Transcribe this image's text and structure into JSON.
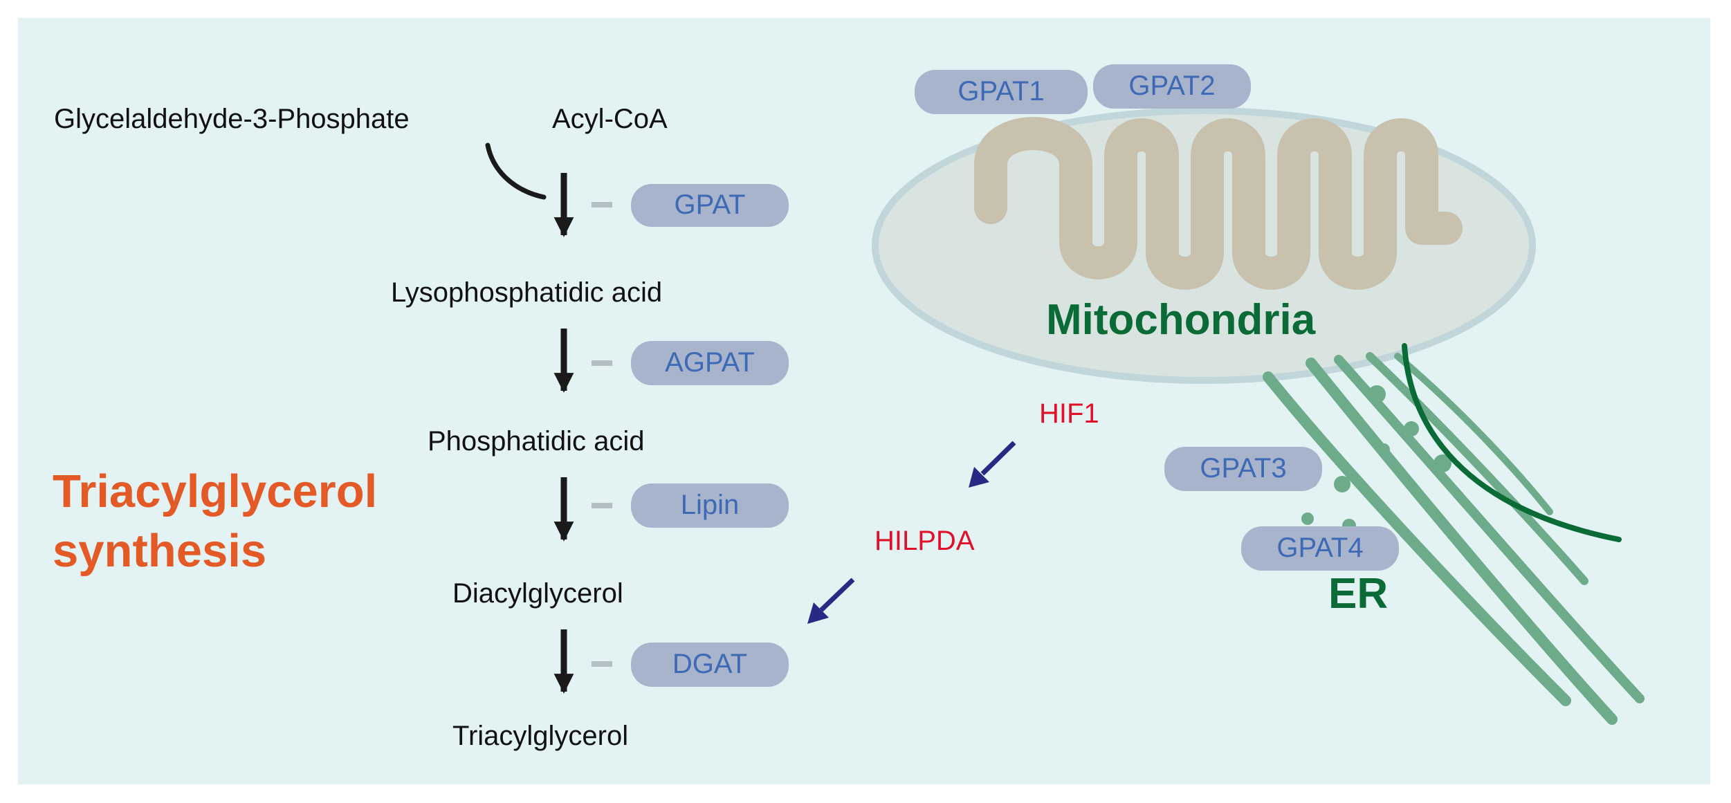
{
  "title": {
    "line1": "Triacylglycerol",
    "line2": "synthesis"
  },
  "substrates": {
    "g3p": "Glycelaldehyde-3-Phosphate",
    "acyl_coa": "Acyl-CoA"
  },
  "metabolites": {
    "lpa": "Lysophosphatidic acid",
    "pa": "Phosphatidic acid",
    "dag": "Diacylglycerol",
    "tag": "Triacylglycerol"
  },
  "enzymes": {
    "gpat": "GPAT",
    "agpat": "AGPAT",
    "lipin": "Lipin",
    "dgat": "DGAT"
  },
  "isoforms": {
    "gpat1": "GPAT1",
    "gpat2": "GPAT2",
    "gpat3": "GPAT3",
    "gpat4": "GPAT4"
  },
  "regulators": {
    "hif1": "HIF1",
    "hilpda": "HILPDA"
  },
  "organelles": {
    "mitochondria": "Mitochondria",
    "er": "ER"
  },
  "colors": {
    "background": "#e3f2f2",
    "title": "#e35a26",
    "enzyme_fill": "#a7b4cc",
    "enzyme_text": "#3d69b5",
    "regulator_text": "#e0102a",
    "organelle_label": "#0b6b37",
    "regulation_arrow": "#272a84",
    "er_green": "#6dab8b"
  }
}
